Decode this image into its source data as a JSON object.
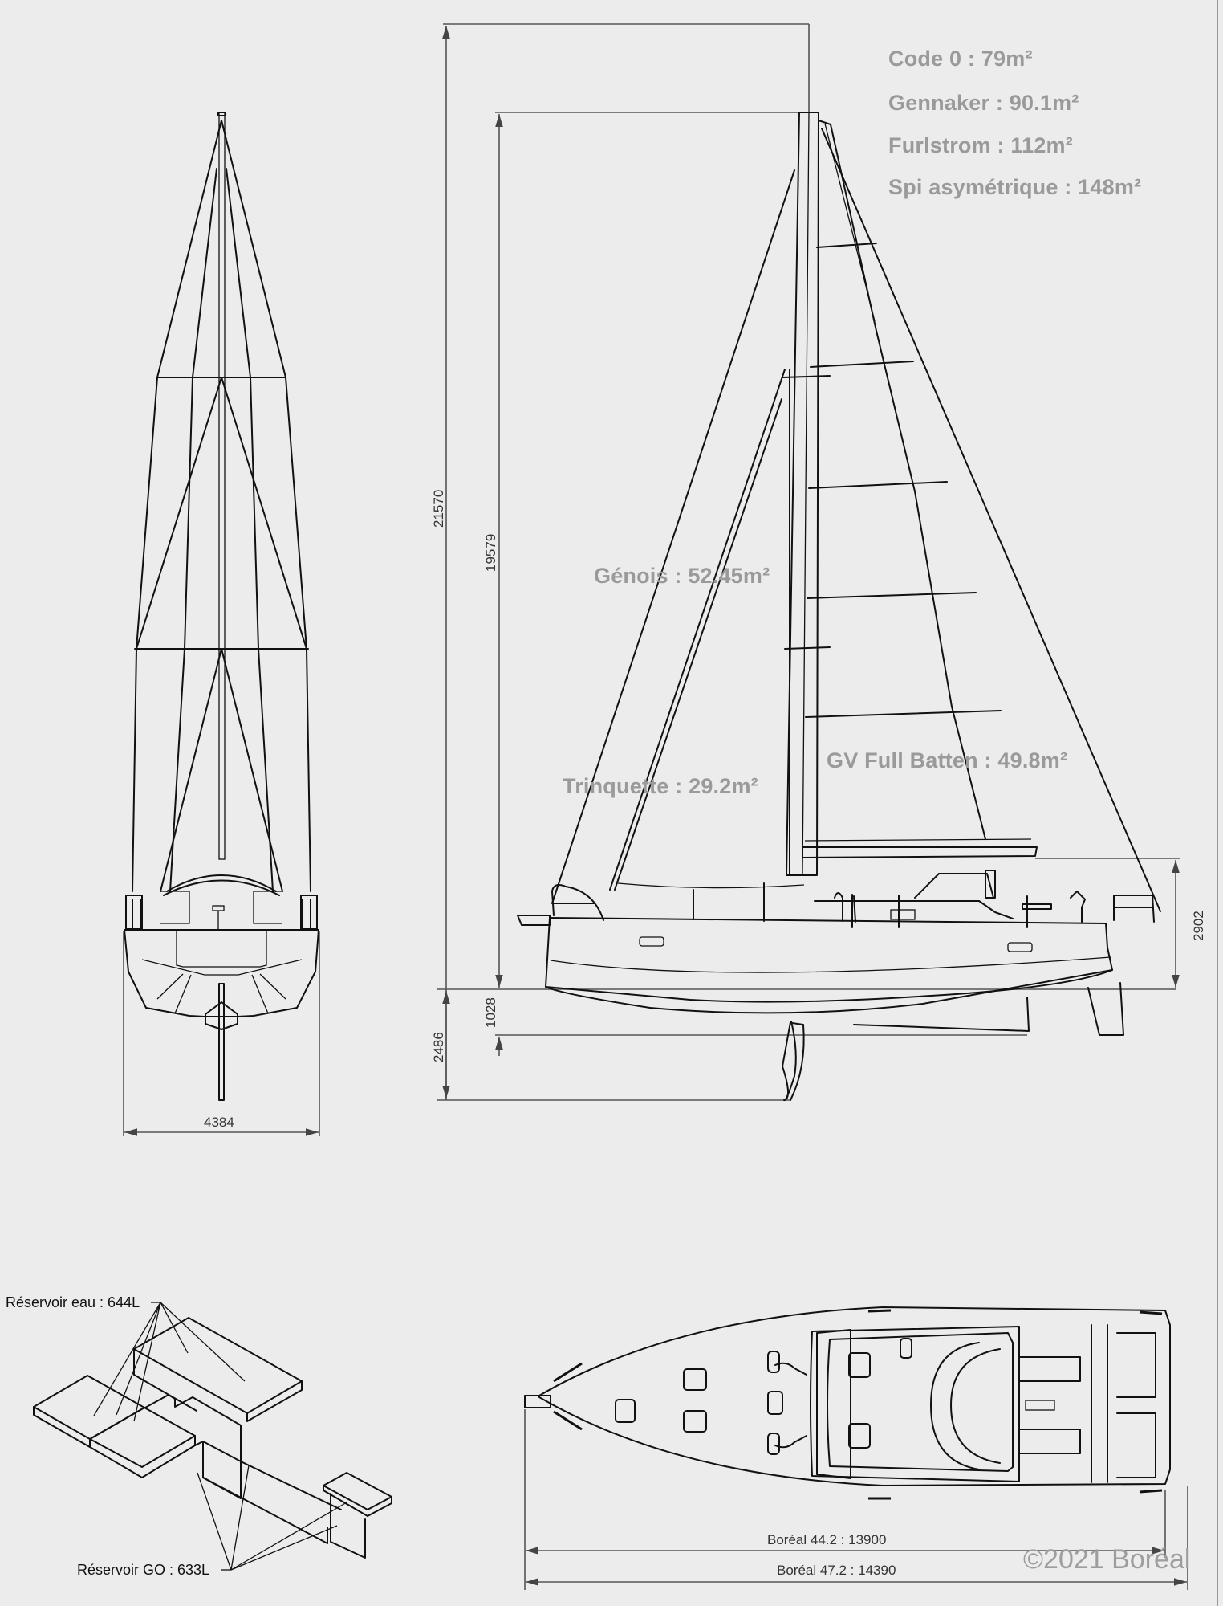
{
  "title": "Boréal 44.2 / 47.2 sail plan and general arrangement",
  "sail_areas": {
    "code0": "Code 0 : 79m²",
    "gennaker": "Gennaker : 90.1m²",
    "furlstrom": "Furlstrom : 112m²",
    "spi_asym": "Spi asymétrique : 148m²",
    "genois": "Génois : 52.45m²",
    "trinquette": "Trinquette : 29.2m²",
    "gv_full_batten": "GV Full Batten : 49.8m²"
  },
  "dimensions": {
    "air_draft": "21570",
    "mast_above_deck": "19579",
    "freeboard_stern": "2902",
    "draft_hull": "1028",
    "draft_keel": "2486",
    "beam": "4384",
    "length_44": "Boréal 44.2 : 13900",
    "length_47": "Boréal 47.2 : 14390"
  },
  "tanks": {
    "water": "Réservoir eau : 644L",
    "diesel": "Réservoir GO : 633L"
  },
  "views": [
    "front-view",
    "profile-view",
    "tank-isometric",
    "deck-plan-view"
  ],
  "copyright": "©2021 Boréal",
  "colors": {
    "background": "#ececec",
    "line": "#111111",
    "sail_label": "#9a9a9a",
    "dimension": "#555555"
  }
}
